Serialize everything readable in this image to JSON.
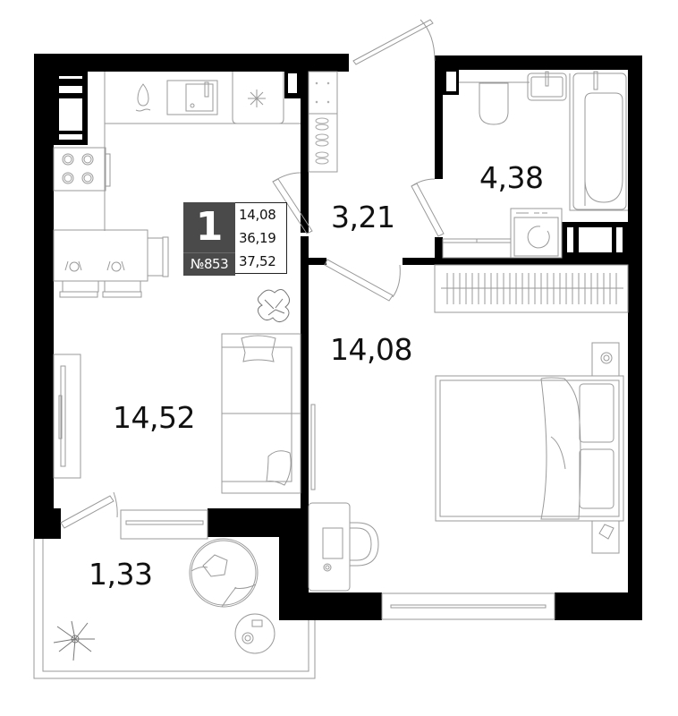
{
  "apartment": {
    "rooms_count": "1",
    "number": "№853",
    "living_area": "14,08",
    "total_area": "36,19",
    "total_area_with_balcony": "37,52"
  },
  "rooms": [
    {
      "id": "kitchen-living",
      "area": "14,52"
    },
    {
      "id": "hallway",
      "area": "3,21"
    },
    {
      "id": "bathroom",
      "area": "4,38"
    },
    {
      "id": "bedroom",
      "area": "14,08"
    },
    {
      "id": "balcony",
      "area": "1,33"
    }
  ],
  "colors": {
    "wall": "#000000",
    "furniture_line": "#9a9a9a",
    "badge_bg": "#4a4a4a",
    "text": "#111111"
  }
}
